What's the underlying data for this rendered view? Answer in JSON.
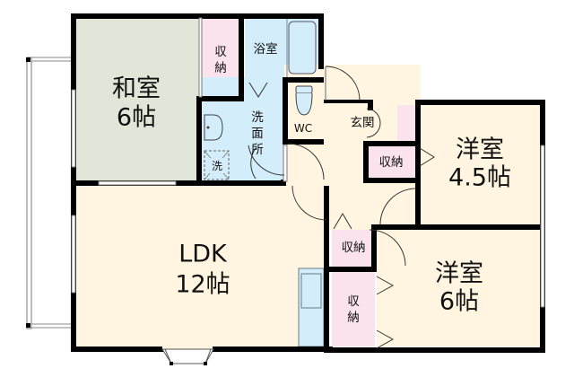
{
  "floor_plan": {
    "colors": {
      "wall": "#000000",
      "japanese_room": "#e2e6d8",
      "living": "#fff5e0",
      "wet_area": "#d3edfa",
      "storage": "#fbe3ee",
      "background": "#ffffff"
    },
    "rooms": {
      "washitsu": {
        "name": "和室",
        "size": "6帖"
      },
      "ldk": {
        "name": "LDK",
        "size": "12帖"
      },
      "western1": {
        "name": "洋室",
        "size": "4.5帖"
      },
      "western2": {
        "name": "洋室",
        "size": "6帖"
      },
      "bath": {
        "name": "浴室"
      },
      "washroom": {
        "name_lines": [
          "洗",
          "面",
          "所"
        ]
      },
      "toilet": {
        "name": "WC"
      },
      "entrance": {
        "name": "玄関"
      },
      "washer": {
        "name": "洗"
      }
    },
    "storage": {
      "washitsu_closet": {
        "lines": [
          "収",
          "納"
        ]
      },
      "western1_closet": {
        "name": "収納"
      },
      "hall_closet": {
        "name": "収納"
      },
      "western2_closet": {
        "lines": [
          "収",
          "納"
        ]
      }
    }
  }
}
